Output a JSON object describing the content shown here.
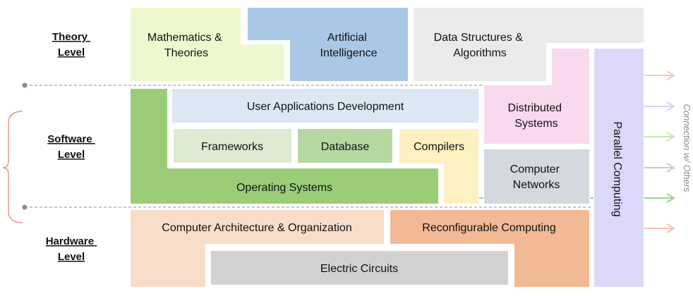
{
  "levels": {
    "theory": [
      "Theory",
      "Level"
    ],
    "software": [
      "Software",
      "Level"
    ],
    "hardware": [
      "Hardware",
      "Level"
    ]
  },
  "blocks": {
    "mathematics": {
      "lines": [
        "Mathematics &",
        "Theories"
      ],
      "fill": "#eef8cf"
    },
    "ai": {
      "lines": [
        "Artificial",
        "Intelligence"
      ],
      "fill": "#a9c8e6"
    },
    "dsa": {
      "lines": [
        "Data Structures &",
        "Algorithms"
      ],
      "fill": "#ebebeb"
    },
    "user_apps": {
      "lines": [
        "User Applications Development"
      ],
      "fill": "#dce8f4"
    },
    "distributed": {
      "lines": [
        "Distributed",
        "Systems"
      ],
      "fill": "#f9d9f0"
    },
    "parallel": {
      "lines": [
        "Parallel Computing"
      ],
      "fill": "#dcd8fa"
    },
    "frameworks": {
      "lines": [
        "Frameworks"
      ],
      "fill": "#dcebd2"
    },
    "database": {
      "lines": [
        "Database"
      ],
      "fill": "#b5d8a1"
    },
    "compilers": {
      "lines": [
        "Compilers"
      ],
      "fill": "#fdf0c1"
    },
    "operating_systems": {
      "lines": [
        "Operating Systems"
      ],
      "fill": "#9bcd79"
    },
    "computer_networks": {
      "lines": [
        "Computer",
        "Networks"
      ],
      "fill": "#d4d9e0"
    },
    "architecture": {
      "lines": [
        "Computer Architecture & Organization"
      ],
      "fill": "#f8ddca"
    },
    "reconfigurable": {
      "lines": [
        "Reconfigurable Computing"
      ],
      "fill": "#f2b995"
    },
    "electric_circuits": {
      "lines": [
        "Electric Circuits"
      ],
      "fill": "#d1d1d1"
    }
  },
  "connection_label": "Connection w/ Others",
  "colors": {
    "divider": "#8c8c8c",
    "brace": "#e0826e",
    "arrows": [
      "#f5c9c3",
      "#d8d4f5",
      "#c9e4b5",
      "#c3cbe0",
      "#9ed38c",
      "#f5c2b0"
    ]
  }
}
